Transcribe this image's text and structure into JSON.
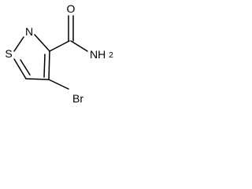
{
  "molecule": {
    "atoms": {
      "s": "S",
      "n_ring": "N",
      "o": "O",
      "n_amide": "NH",
      "n_amide_sub": "2",
      "br": "Br"
    },
    "colors": {
      "bond": "#000000",
      "label": "#000000",
      "background": "#ffffff"
    }
  }
}
